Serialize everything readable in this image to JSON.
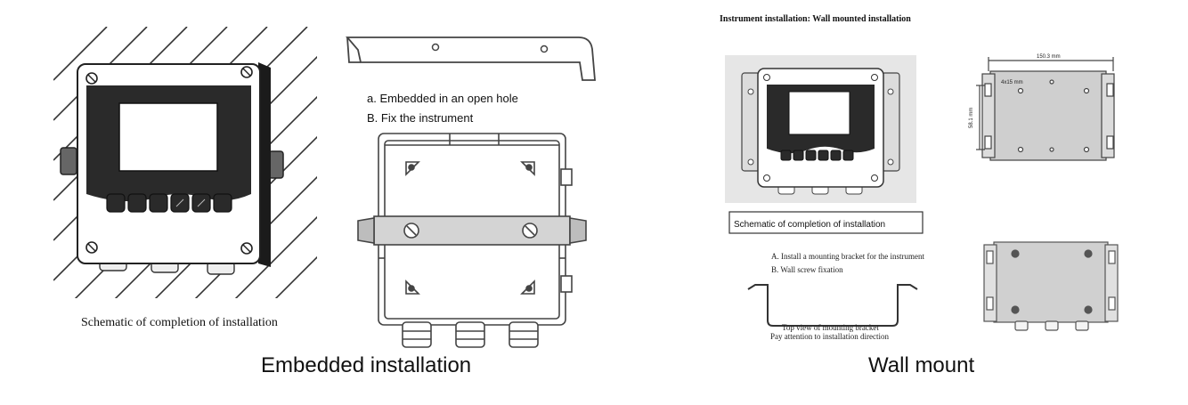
{
  "left_panel": {
    "caption": "Schematic of completion of installation",
    "steps": [
      "a.  Embedded in an open hole",
      "B.  Fix the instrument"
    ],
    "title": "Embedded installation"
  },
  "right_panel": {
    "header": "Instrument installation: Wall mounted installation",
    "boxed_caption": "Schematic of completion of installation",
    "steps": [
      "A. Install a mounting bracket for the instrument",
      "B. Wall screw fixation"
    ],
    "bracket_note": [
      "Top view of mounting bracket",
      "Pay attention to installation direction"
    ],
    "dimension_width": "150.3 mm",
    "dimension_height": "58.1 mm",
    "hole_spec": "4x15 mm",
    "title": "Wall mount"
  },
  "colors": {
    "line": "#333333",
    "screen": "#ffffff",
    "panel_dark": "#2a2a2a",
    "photo_bg": "#e6e6e6",
    "metal": "#cfcfcf"
  }
}
